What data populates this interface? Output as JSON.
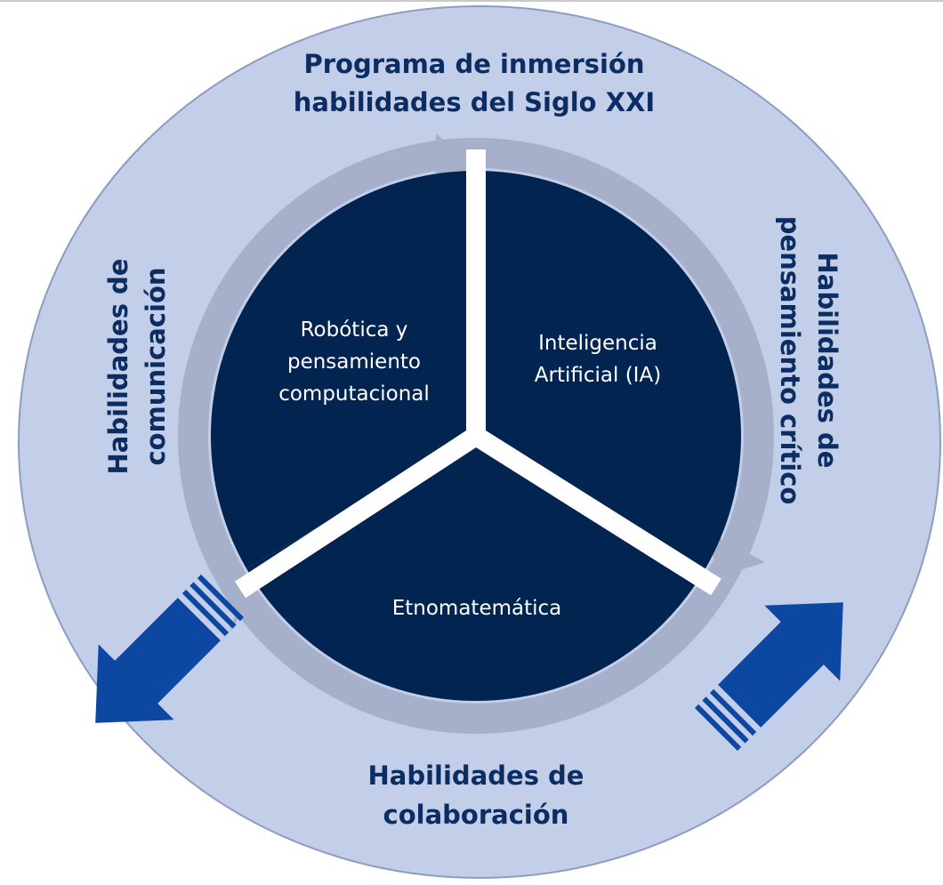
{
  "colors": {
    "outer_disc": "#c3cfe9",
    "outer_disc_stroke": "#8d9cc1",
    "ring": "#a7b0cb",
    "segment": "#022451",
    "outer_text": "#0c2d62",
    "inner_text": "#ffffff",
    "accent_arrow": "#0c47a1",
    "separator": "#ffffff"
  },
  "header": {
    "line1": "Programa de inmersión",
    "line2": "habilidades del Siglo XXI"
  },
  "left_label": {
    "line1": "Habilidades de",
    "line2": "comunicación"
  },
  "right_label": {
    "line1": "Habilidades de",
    "line2": "pensamiento crítico"
  },
  "bottom_label": {
    "line1": "Habilidades de",
    "line2": "colaboración"
  },
  "segments": {
    "robotics": {
      "line1": "Robótica y",
      "line2": "pensamiento",
      "line3": "computacional"
    },
    "ai": {
      "line1": "Inteligencia",
      "line2": "Artificial (IA)"
    },
    "ethno": {
      "line1": "Etnomatemática"
    }
  },
  "icons": {
    "left_arrow": "arrow-up-left-icon",
    "right_arrow": "arrow-down-left-icon"
  }
}
